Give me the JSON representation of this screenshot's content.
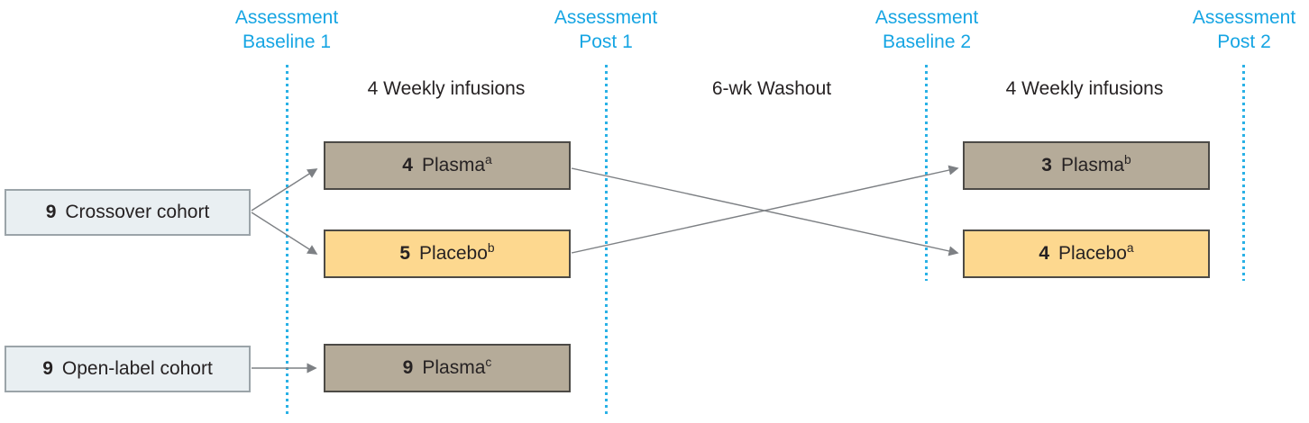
{
  "palette": {
    "accent_cyan": "#16a5e3",
    "dotted_line": "#29b1e6",
    "plasma_fill": "#b5ab99",
    "placebo_fill": "#fdd88f",
    "cohort_fill": "#e9eff2",
    "cohort_border": "#9ba4a9",
    "arm_border": "#4c4a46",
    "arrow": "#7d8084",
    "text": "#262223"
  },
  "timeline": [
    {
      "line1": "Assessment",
      "line2": "Baseline 1"
    },
    {
      "line1": "Assessment",
      "line2": "Post 1"
    },
    {
      "line1": "Assessment",
      "line2": "Baseline 2"
    },
    {
      "line1": "Assessment",
      "line2": "Post 2"
    }
  ],
  "phases": [
    {
      "label": "4 Weekly infusions"
    },
    {
      "label": "6-wk Washout"
    },
    {
      "label": "4 Weekly infusions"
    }
  ],
  "cohorts": [
    {
      "count": "9",
      "label": "Crossover cohort"
    },
    {
      "count": "9",
      "label": "Open-label cohort"
    }
  ],
  "arms": [
    {
      "count": "4",
      "label": "Plasma",
      "superscript": "a"
    },
    {
      "count": "5",
      "label": "Placebo",
      "superscript": "b"
    },
    {
      "count": "3",
      "label": "Plasma",
      "superscript": "b"
    },
    {
      "count": "4",
      "label": "Placebo",
      "superscript": "a"
    },
    {
      "count": "9",
      "label": "Plasma",
      "superscript": "c"
    }
  ]
}
